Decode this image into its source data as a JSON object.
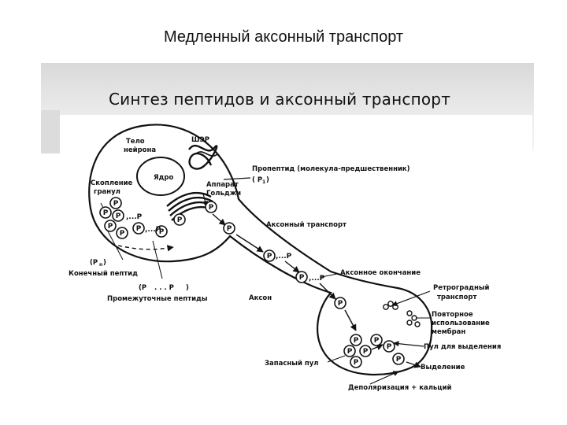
{
  "slide_title": "Медленный аксонный транспорт",
  "figure_title": "Синтез пептидов и аксонный транспорт",
  "labels": {
    "cell_body_l1": "Тело",
    "cell_body_l2": "нейрона",
    "nucleus": "Ядро",
    "er": "ШЭР",
    "propeptide": "Пропептид (молекула-предшественник)",
    "p1_paren": "( P",
    "p1_paren_sub": "1",
    "p1_paren_close": ")",
    "golgi_l1": "Аппарат",
    "golgi_l2": "Гольджи",
    "granules_l1": "Скопление",
    "granules_l2": "гранул",
    "axonal_transport": "Аксонный транспорт",
    "pn_paren": "(P",
    "pn_paren_sub": "n",
    "pn_paren_close": ")",
    "final_peptide": "Конечный пептид",
    "intermediate_paren": "(P",
    "intermediate_paren_mid": ". . . P",
    "intermediate_paren_close": ")",
    "intermediate_peptides": "Промежуточные пептиды",
    "axon": "Аксон",
    "axon_terminal": "Аксонное окончание",
    "retrograde_l1": "Ретроградный",
    "retrograde_l2": "транспорт",
    "recycling_l1": "Повторное",
    "recycling_l2": "использование",
    "recycling_l3": "мембран",
    "release_pool": "Пул для выделения",
    "reserve_pool": "Запасный пул",
    "secretion": "Выделение",
    "depolarization": "Деполяризация + кальций"
  },
  "particle_letter": "P",
  "subscripts": {
    "one": "1",
    "n": "n",
    "sep": ",...P"
  }
}
